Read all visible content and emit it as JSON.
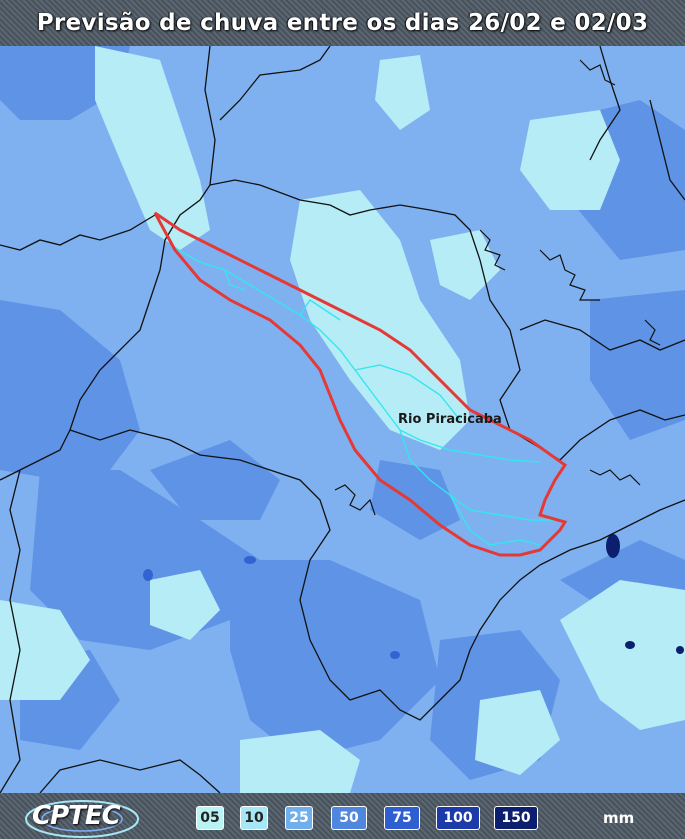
{
  "title": "Previsão de chuva entre os dias 26/02 e 02/03",
  "river_label": "Rio Piracicaba",
  "logo_text": "CPTEC",
  "legend": {
    "items": [
      {
        "label": "05",
        "color": "#b9f3f3",
        "text_color": "#222222"
      },
      {
        "label": "10",
        "color": "#a7e6f5",
        "text_color": "#222222"
      },
      {
        "label": "25",
        "color": "#6fb0ec",
        "text_color": "#ffffff"
      },
      {
        "label": "50",
        "color": "#4f86de",
        "text_color": "#ffffff"
      },
      {
        "label": "75",
        "color": "#2d5fd0",
        "text_color": "#ffffff"
      },
      {
        "label": "100",
        "color": "#1c3aa8",
        "text_color": "#ffffff"
      },
      {
        "label": "150",
        "color": "#0c1f6e",
        "text_color": "#ffffff"
      }
    ],
    "unit": "mm"
  },
  "colors": {
    "base": "#7fb1f0",
    "light_cyan": "#b6ecf5",
    "mid_blue": "#5e93e6",
    "dark_blue": "#3164d3",
    "darkest": "#0c1f6e",
    "watershed_outline": "#e53935",
    "river": "#33e6f0",
    "borders": "#111111"
  }
}
